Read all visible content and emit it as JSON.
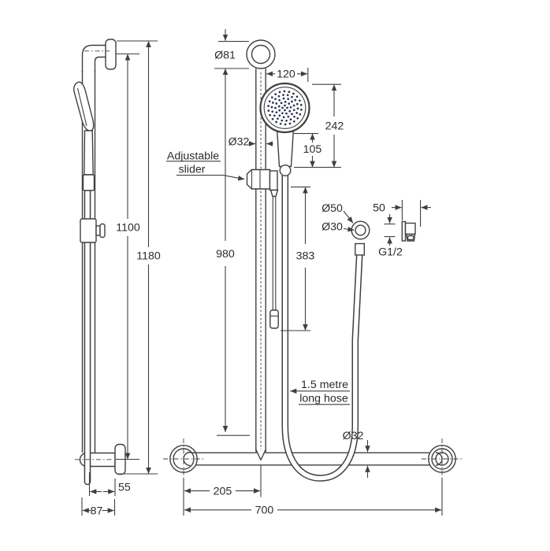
{
  "title": "Shower rail with grab rail - dimensional drawing",
  "colors": {
    "line": "#3f3f3f",
    "text": "#2b2b2b",
    "nozzle_dots": "#2a3050",
    "background": "#ffffff"
  },
  "labels": {
    "adjustable_slider": {
      "line1": "Adjustable",
      "line2": "slider"
    },
    "hose": {
      "line1": "1.5 metre",
      "line2": "long hose"
    },
    "thread": "G1/2"
  },
  "dimensions": {
    "side_view": {
      "rail_height": "1100",
      "total_height": "1180",
      "rail_offset": "55",
      "total_depth": "87"
    },
    "front_view": {
      "flange_diameter": "Ø81",
      "handset_width": "120",
      "handset_length": "242",
      "handle_length": "105",
      "rail_diameter": "Ø32",
      "rail_length": "980",
      "hose_drop": "383",
      "rail_to_left_end": "205",
      "grab_rail_length": "700",
      "grab_rail_diameter": "Ø32"
    },
    "elbow": {
      "outer_diameter": "Ø50",
      "inner_diameter": "Ø30",
      "projection": "50"
    }
  }
}
